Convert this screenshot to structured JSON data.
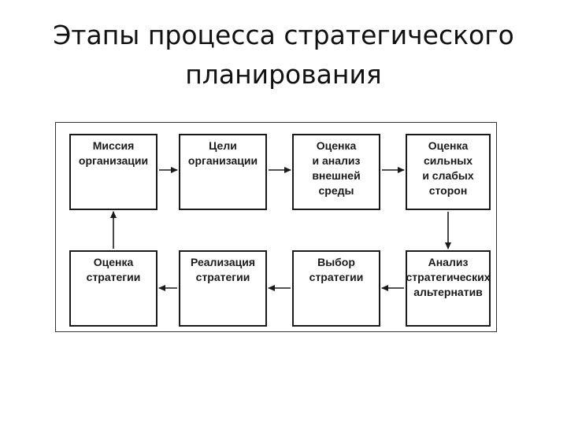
{
  "title": {
    "line1": "Этапы процесса стратегического",
    "line2": "планирования"
  },
  "diagram": {
    "stages": [
      {
        "id": "mission",
        "lines": [
          "Миссия",
          "организации"
        ]
      },
      {
        "id": "goals",
        "lines": [
          "Цели",
          "организации"
        ]
      },
      {
        "id": "external",
        "lines": [
          "Оценка",
          "и анализ",
          "внешней",
          "среды"
        ]
      },
      {
        "id": "swot",
        "lines": [
          "Оценка",
          "сильных",
          "и слабых",
          "сторон"
        ]
      },
      {
        "id": "alternatives",
        "lines": [
          "Анализ",
          "стратегических",
          "альтернатив"
        ]
      },
      {
        "id": "choice",
        "lines": [
          "Выбор",
          "стратегии"
        ]
      },
      {
        "id": "implementation",
        "lines": [
          "Реализация",
          "стратегии"
        ]
      },
      {
        "id": "evaluation",
        "lines": [
          "Оценка",
          "стратегии"
        ]
      }
    ],
    "flow": [
      [
        "mission",
        "goals"
      ],
      [
        "goals",
        "external"
      ],
      [
        "external",
        "swot"
      ],
      [
        "swot",
        "alternatives"
      ],
      [
        "alternatives",
        "choice"
      ],
      [
        "choice",
        "implementation"
      ],
      [
        "implementation",
        "evaluation"
      ],
      [
        "evaluation",
        "mission"
      ]
    ]
  }
}
